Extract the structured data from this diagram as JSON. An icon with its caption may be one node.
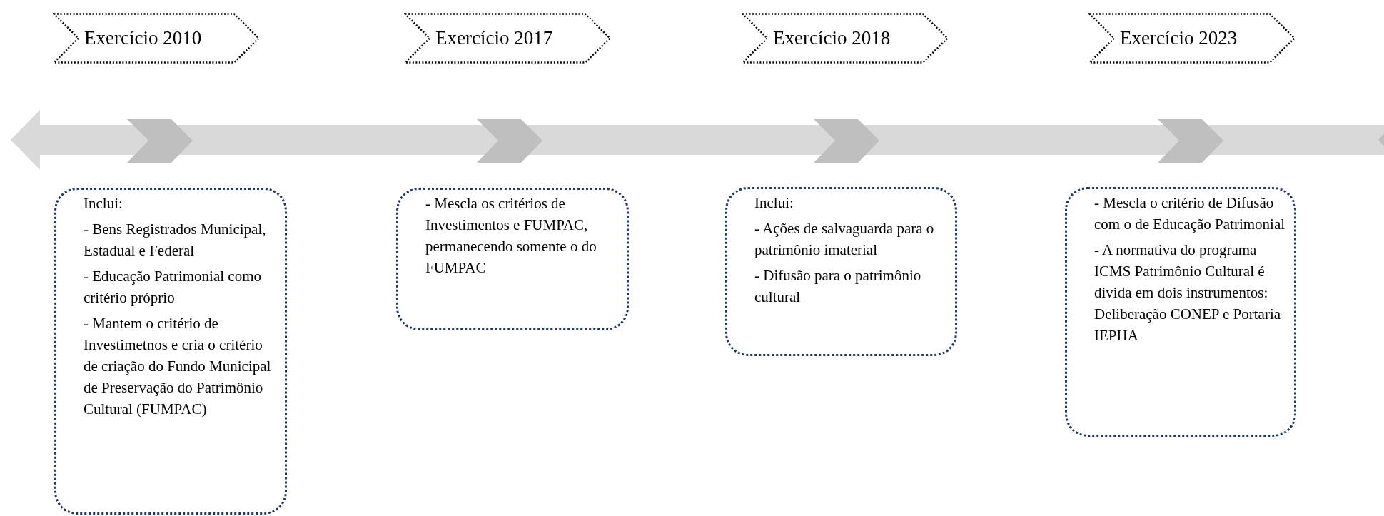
{
  "diagram": {
    "nodes": [
      {
        "text": [
          "Exercício 2010"
        ]
      },
      {
        "text": [
          "Exercício 2017"
        ]
      },
      {
        "text": [
          "Exercício 2018"
        ]
      },
      {
        "text": [
          "Exercício 2023"
        ]
      },
      {
        "text": [
          "Inclui:",
          "- Bens Registrados Municipal, Estadual e Federal",
          "- Educação Patrimonial como critério próprio",
          "- Mantem o critério de Investimetnos e cria o critério de criação do Fundo Municipal de Preservação do Patrimônio Cultural (FUMPAC)"
        ]
      },
      {
        "text": [
          "- Mescla os critérios de Investimentos e FUMPAC, permanecendo somente o do FUMPAC"
        ]
      },
      {
        "text": [
          "Inclui:",
          "- Ações de salvaguarda para o patrimônio imaterial",
          "- Difusão para o patrimônio cultural"
        ]
      },
      {
        "text": [
          "- Mescla o critério de Difusão com o de Educação Patrimonial",
          "- A normativa do programa ICMS Patrimônio Cultural é divida em dois instrumentos: Deliberação CONEP e Portaria IEPHA"
        ]
      }
    ]
  }
}
